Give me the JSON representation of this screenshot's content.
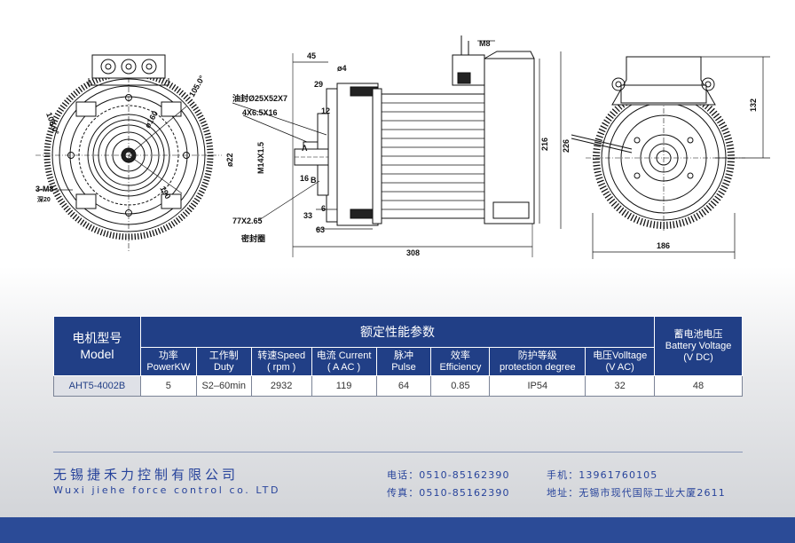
{
  "drawing": {
    "labels": {
      "angle_left": "105.0°",
      "angle_right": "105.0°",
      "dia_160": "ø160",
      "dia_190": "190",
      "screw": "3-M8",
      "screw_depth": "深20",
      "dim_45": "45",
      "dim_phi4": "ø4",
      "dim_m8": "M8",
      "dim_29": "29",
      "oil_seal": "油封Ø25X52X7",
      "key": "4X6.5X16",
      "dim_12": "12",
      "dim_phi22": "ø22",
      "dim_m14": "M14X1.5",
      "dim_16": "16",
      "dim_b": "B",
      "dim_a": "A",
      "oring": "77X2.65",
      "seal_ring": "密封圈",
      "dim_33": "33",
      "dim_6": "6",
      "dim_63": "63",
      "dim_216": "216",
      "dim_226": "226",
      "dim_308": "308",
      "dim_132": "132",
      "dim_186": "186"
    }
  },
  "table": {
    "model_header_cn": "电机型号",
    "model_header_en": "Model",
    "rated_header": "额定性能参数",
    "battery_header_cn": "蓄电池电压",
    "battery_header_en": "Battery Voltage",
    "battery_header_unit": "(V DC)",
    "columns": [
      {
        "cn": "功率",
        "en": "PowerKW"
      },
      {
        "cn": "工作制",
        "en": "Duty"
      },
      {
        "cn": "转速Speed",
        "en": "( rpm )"
      },
      {
        "cn": "电流 Current",
        "en": "( A AC )"
      },
      {
        "cn": "脉冲",
        "en": "Pulse"
      },
      {
        "cn": "效率",
        "en": "Efficiency"
      },
      {
        "cn": "防护等级",
        "en": "protection degree"
      },
      {
        "cn": "电压Volltage",
        "en": "(V AC)"
      }
    ],
    "row": {
      "model": "AHT5-4002B",
      "values": [
        "5",
        "S2–60min",
        "2932",
        "119",
        "64",
        "0.85",
        "IP54",
        "32"
      ],
      "battery": "48"
    }
  },
  "footer": {
    "company_cn": "无锡捷禾力控制有限公司",
    "company_en": "Wuxi jiehe force control co. LTD",
    "tel": "电话：0510-85162390",
    "fax": "传真：0510-85162390",
    "mobile": "手机：13961760105",
    "address": "地址：无锡市现代国际工业大厦2611"
  },
  "colors": {
    "table_header": "#213f86",
    "brand_text": "#27439b",
    "bottom_bar": "#2b4b97"
  }
}
